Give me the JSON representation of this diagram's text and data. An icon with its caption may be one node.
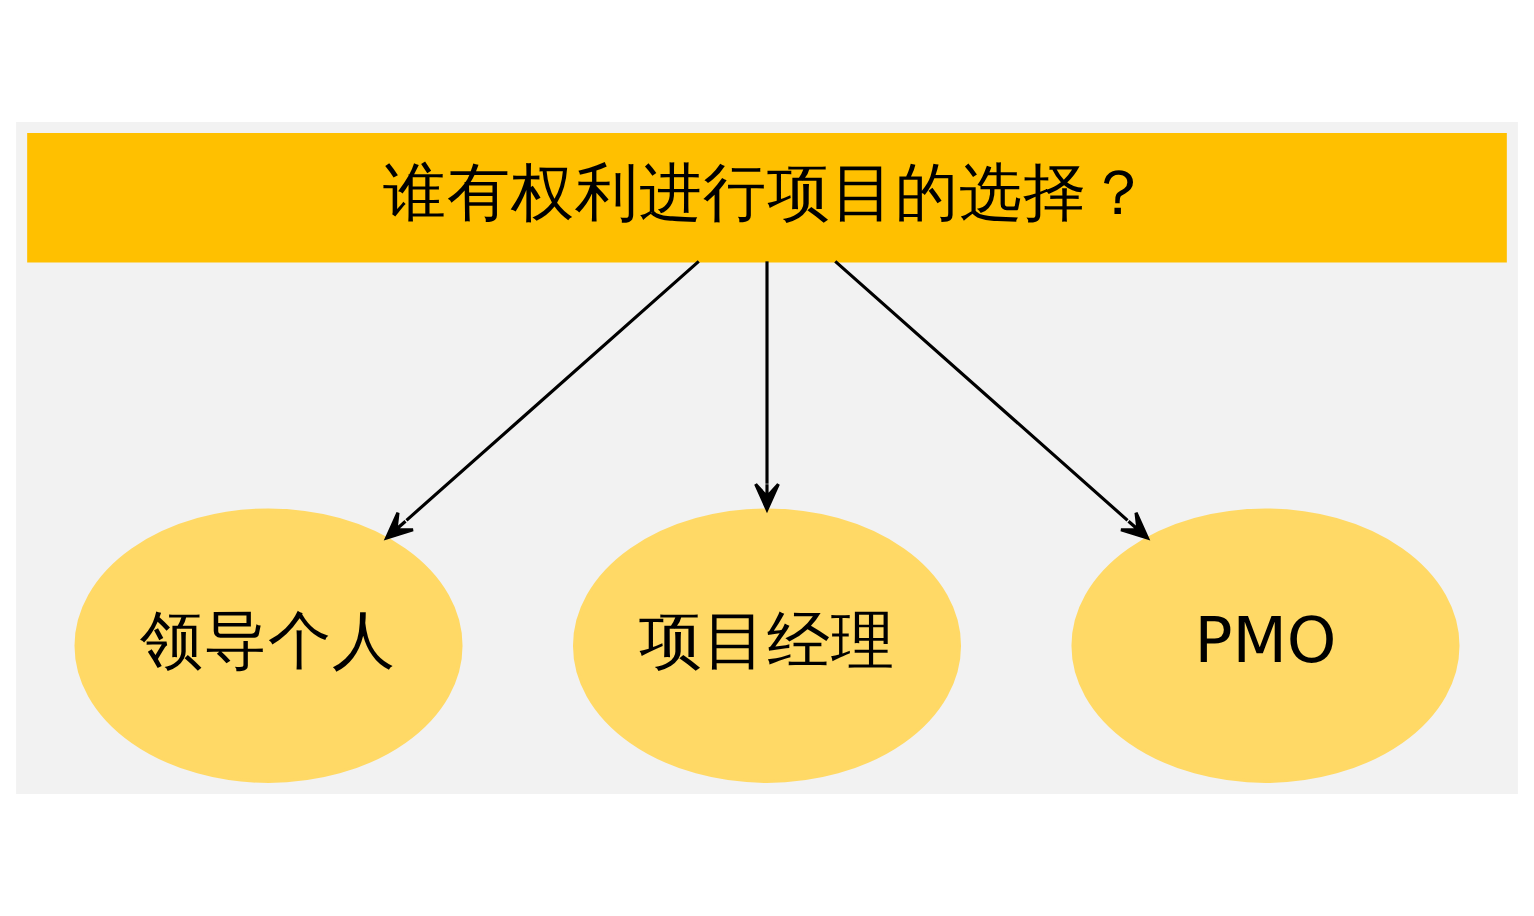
{
  "diagram": {
    "nodes": [
      {
        "text": [
          "谁有权利进行项目的选择？"
        ]
      },
      {
        "text": [
          "领导个人"
        ]
      },
      {
        "text": [
          "项目经理"
        ]
      },
      {
        "text": [
          "PMO"
        ]
      }
    ],
    "edges": [
      {
        "from": 0,
        "to": 1,
        "arrow": "to"
      },
      {
        "from": 0,
        "to": 2,
        "arrow": "to"
      },
      {
        "from": 0,
        "to": 3,
        "arrow": "to"
      }
    ]
  }
}
